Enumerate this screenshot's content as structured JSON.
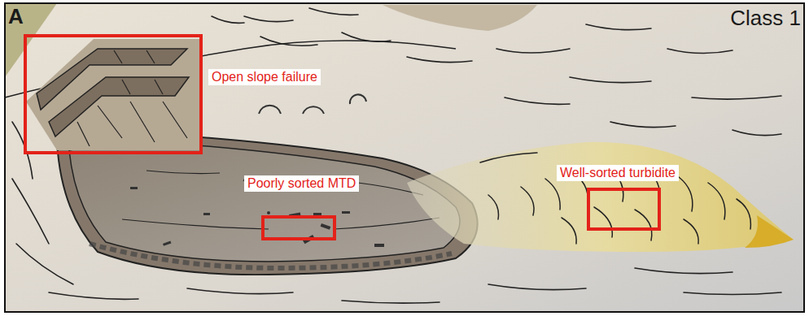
{
  "diagram": {
    "labels": [
      "A",
      "Class 1",
      "Open slope failure",
      "Poorly sorted MTD",
      "Well-sorted turbidite"
    ]
  }
}
